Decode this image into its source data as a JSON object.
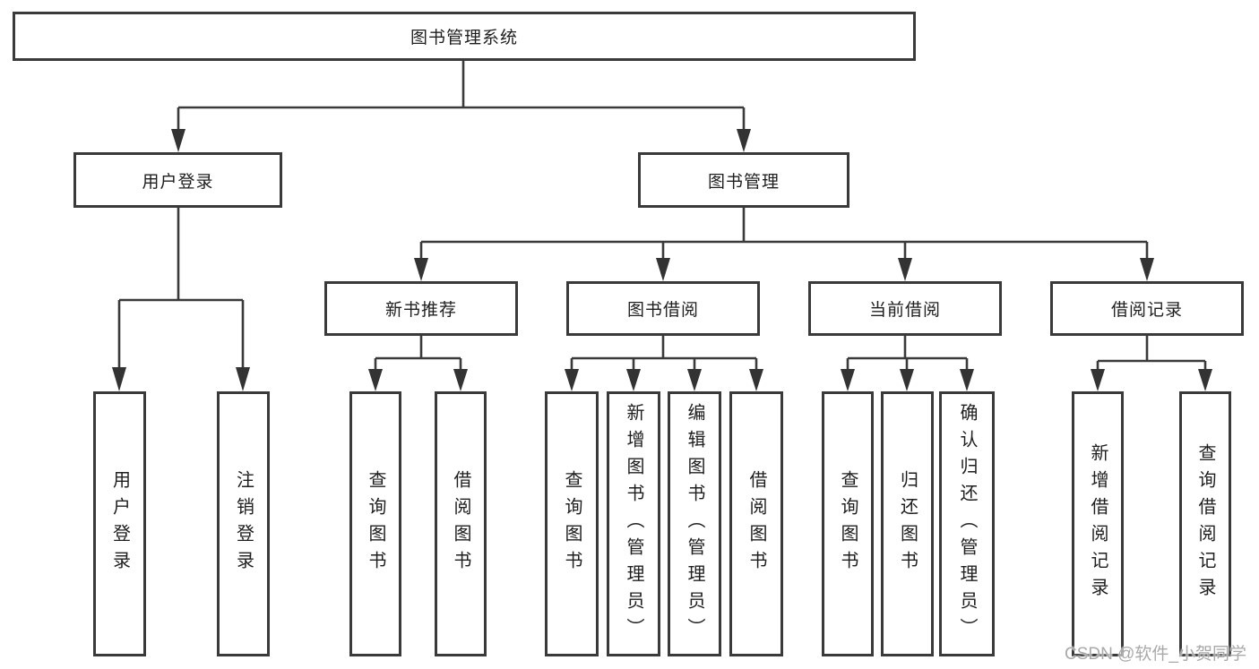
{
  "tree": {
    "label": "图书管理系统",
    "children": [
      {
        "label": "用户登录",
        "children": [
          {
            "label": "用户登录"
          },
          {
            "label": "注销登录"
          }
        ]
      },
      {
        "label": "图书管理",
        "children": [
          {
            "label": "新书推荐",
            "children": [
              {
                "label": "查询图书"
              },
              {
                "label": "借阅图书"
              }
            ]
          },
          {
            "label": "图书借阅",
            "children": [
              {
                "label": "查询图书"
              },
              {
                "label": "新增图书（管理员）"
              },
              {
                "label": "编辑图书（管理员）"
              },
              {
                "label": "借阅图书"
              }
            ]
          },
          {
            "label": "当前借阅",
            "children": [
              {
                "label": "查询图书"
              },
              {
                "label": "归还图书"
              },
              {
                "label": "确认归还（管理员）"
              }
            ]
          },
          {
            "label": "借阅记录",
            "children": [
              {
                "label": "新增借阅记录"
              },
              {
                "label": "查询借阅记录"
              }
            ]
          }
        ]
      }
    ]
  },
  "watermark": {
    "text": "CSDN @软件_小贺同学"
  },
  "colors": {
    "line": "#3a3a3a",
    "text": "#1e1e1e",
    "background": "#ffffff",
    "watermark": "#a9a9a9"
  }
}
